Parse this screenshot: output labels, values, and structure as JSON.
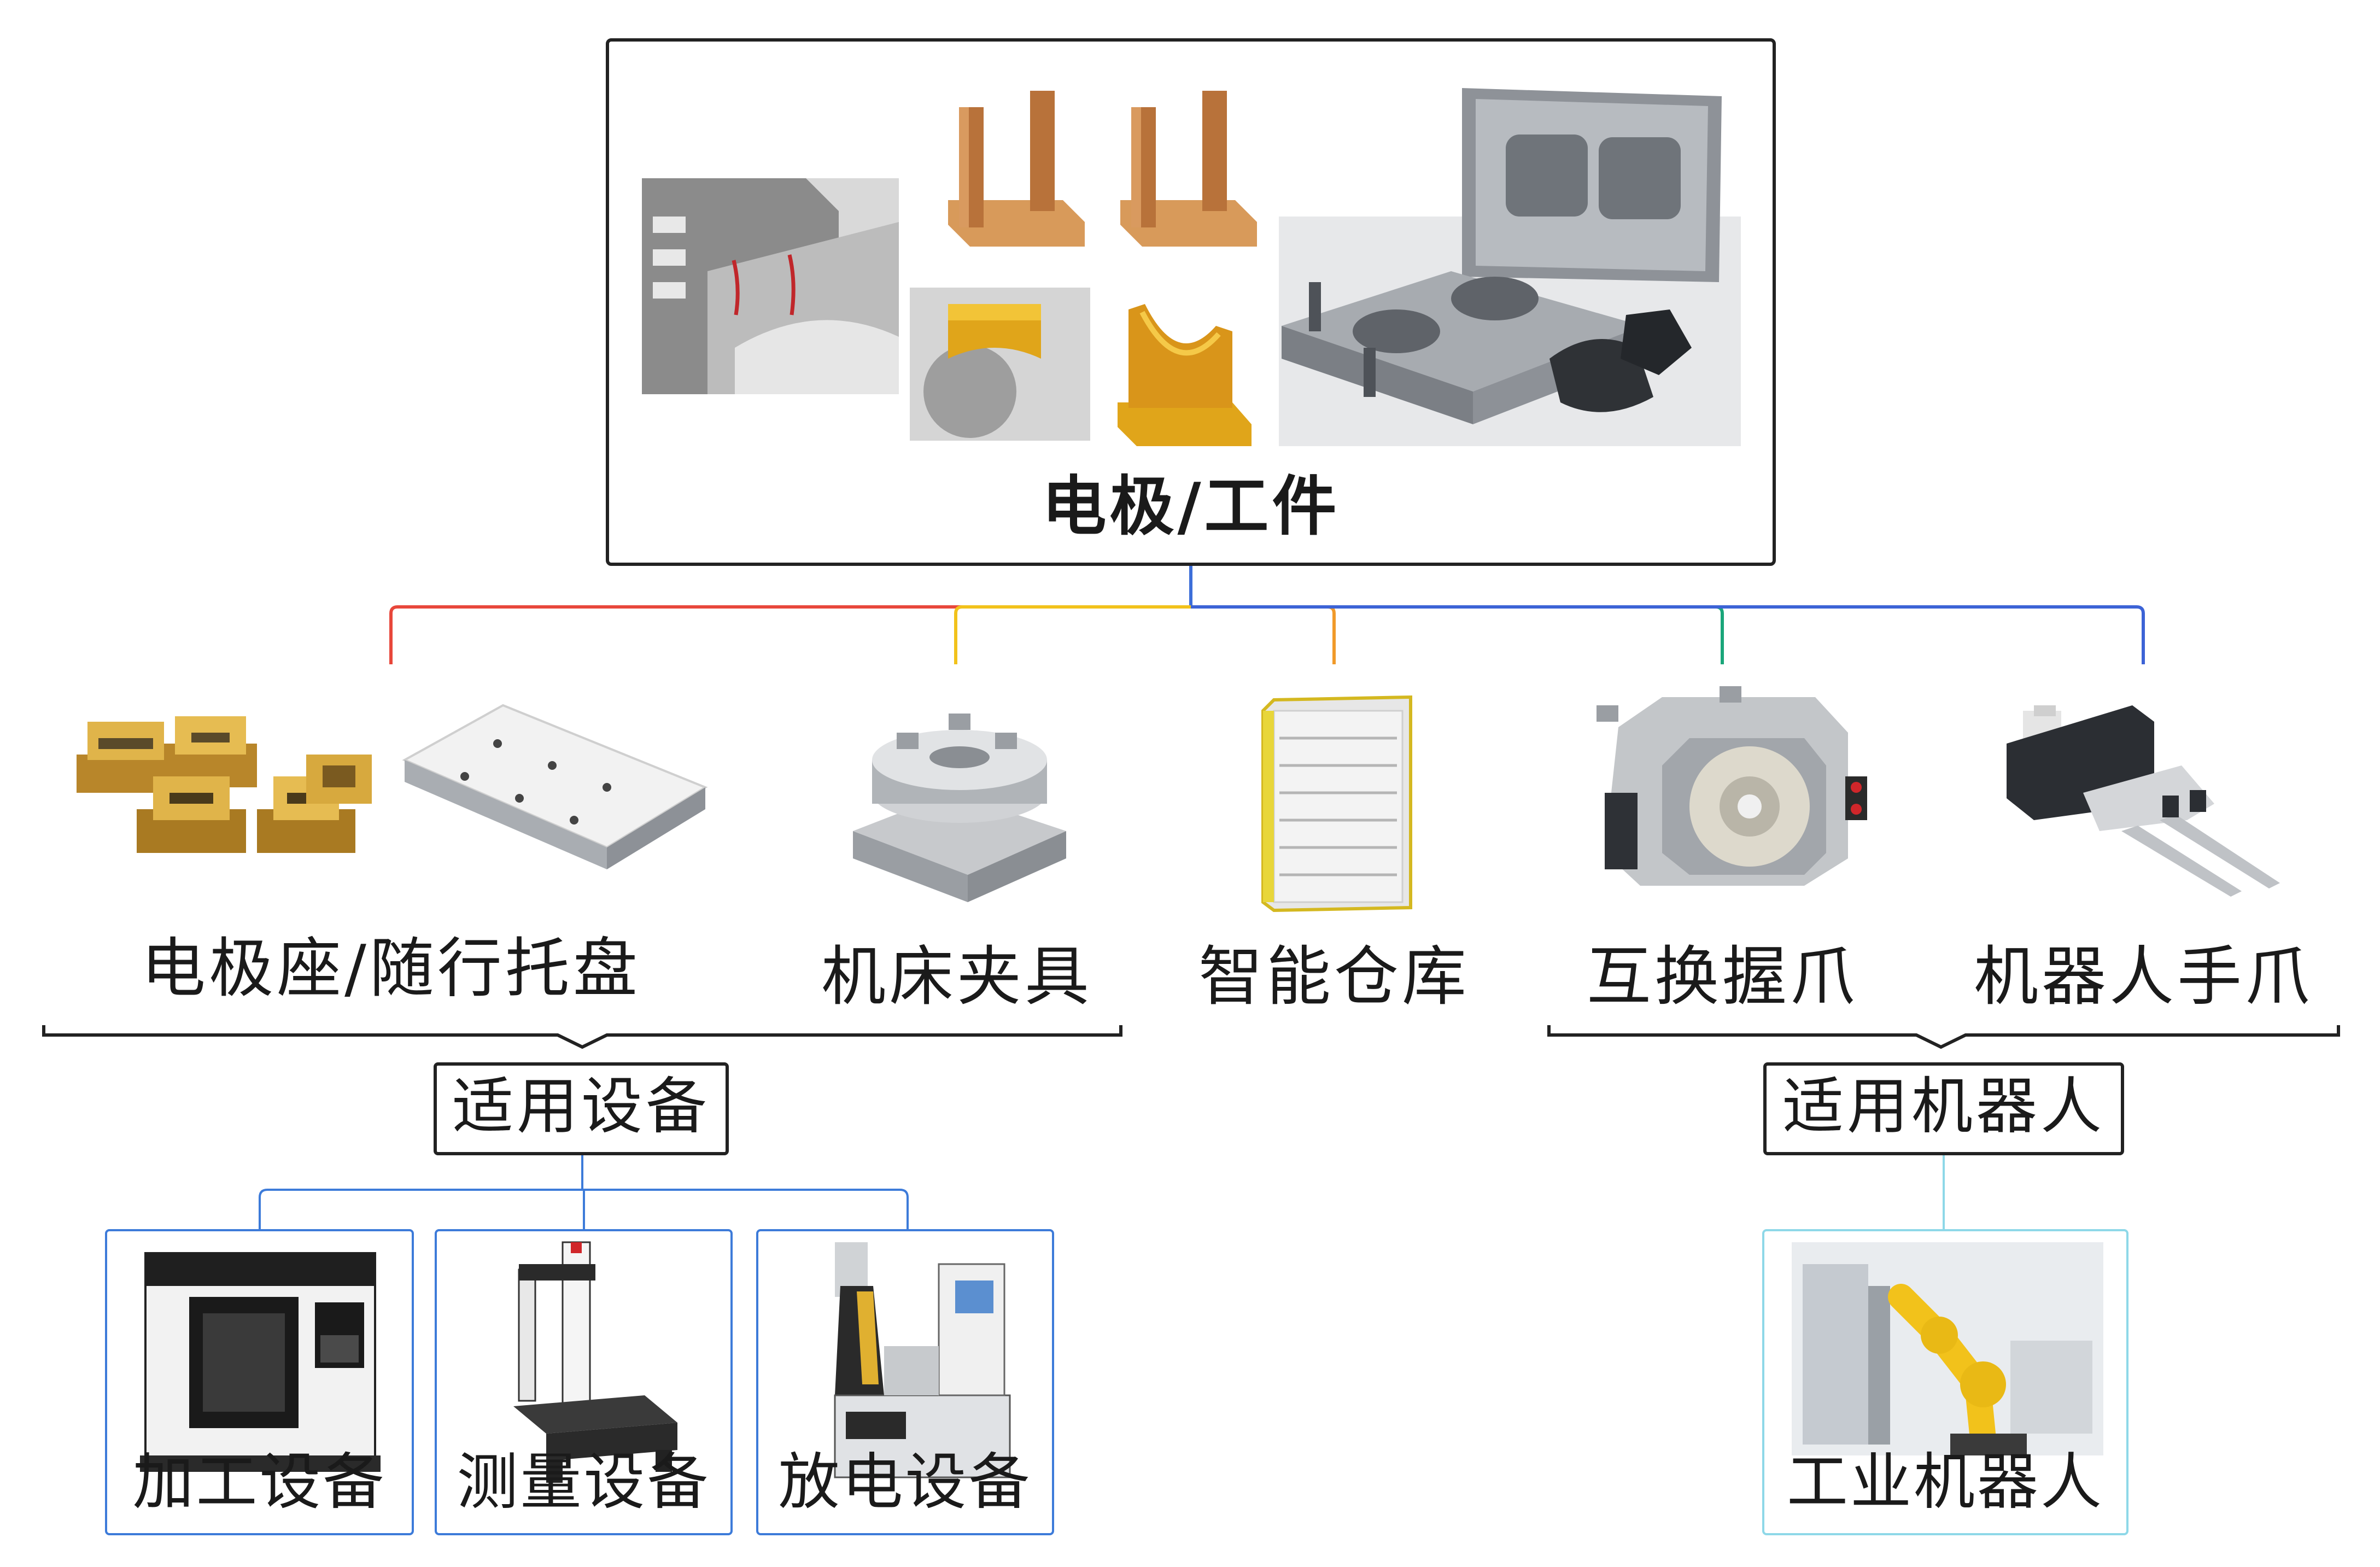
{
  "root": {
    "label": "电极/工件"
  },
  "products": [
    {
      "label": "电极座/随行托盘",
      "color": "#e8473b"
    },
    {
      "label": "机床夹具",
      "color": "#f2c21b"
    },
    {
      "label": "智能仓库",
      "color": "#f19a2a"
    },
    {
      "label": "互换握爪",
      "color": "#1aa67a"
    },
    {
      "label": "机器人手爪",
      "color": "#3c63d6"
    }
  ],
  "groups": [
    {
      "label": "适用设备",
      "devices": [
        {
          "label": "加工设备"
        },
        {
          "label": "测量设备"
        },
        {
          "label": "放电设备"
        }
      ]
    },
    {
      "label": "适用机器人",
      "devices": [
        {
          "label": "工业机器人"
        }
      ]
    }
  ],
  "colors": {
    "trunk": "#3d6fd9",
    "device_border": "#3d7bd9",
    "robot_border": "#8ed8e8",
    "copper": "#c9823f",
    "gold": "#d4a21c",
    "steel": "#9aa1a8"
  }
}
